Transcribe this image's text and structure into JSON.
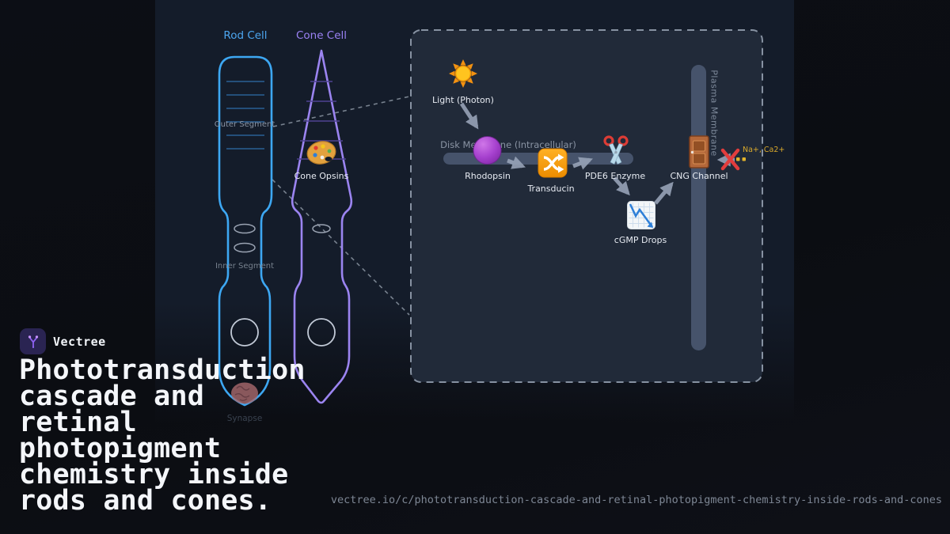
{
  "brand": {
    "name": "Vectree"
  },
  "heading": {
    "title": "Phototransduction\ncascade and\nretinal\nphotopigment\nchemistry inside\nrods and cones."
  },
  "footer": {
    "url": "vectree.io/c/phototransduction-cascade-and-retinal-photopigment-chemistry-inside-rods-and-cones"
  },
  "rod_cell": {
    "label": "Rod Cell",
    "outer_segment": "Outer Segment",
    "inner_segment": "Inner Segment",
    "synapse": "Synapse"
  },
  "cone_cell": {
    "label": "Cone Cell",
    "opsins": "Cone Opsins"
  },
  "cascade": {
    "light": "Light (Photon)",
    "disk_membrane": "Disk Membrane (Intracellular)",
    "plasma_membrane": "Plasma Membrane",
    "rhodopsin": "Rhodopsin",
    "transducin": "Transducin",
    "pde6": "PDE6 Enzyme",
    "cgmp": "cGMP Drops",
    "cng": "CNG Channel",
    "ions": "Na+, Ca2+"
  },
  "icons": {
    "brand_logo": "vector-tree-branch",
    "light": "sun",
    "rhodopsin": "purple-sphere",
    "transducin": "shuffle-crossing-arrows",
    "pde6": "scissors",
    "cgmp": "chart-decreasing",
    "cng": "door",
    "blocked_ions": "red-cross-mark",
    "cone_opsins": "artist-palette",
    "synapse": "brain"
  },
  "colors": {
    "rod_outline": "#3da7f2",
    "cone_outline": "#9b84f0",
    "membrane_bar": "#46536b",
    "arrow": "#9aa6ba",
    "zoom_box_fill": "#212a39",
    "zoom_box_border": "#8792a2",
    "ion_label": "#d9a92c",
    "blocked_cross": "#e23d3d",
    "brand_accent": "#8f62f2",
    "panel_bg": "#141c2a"
  }
}
